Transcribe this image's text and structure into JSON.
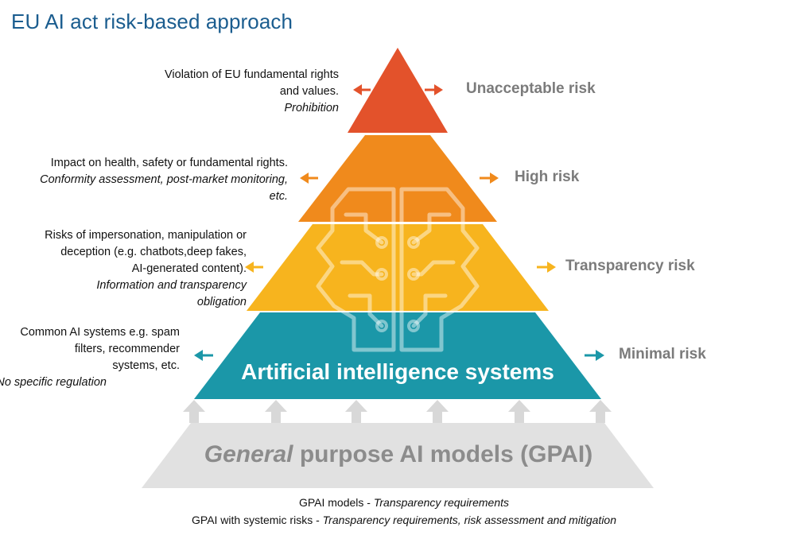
{
  "title": "EU AI act risk-based approach",
  "tiers": [
    {
      "risk": "Unacceptable risk",
      "description": [
        "Violation of EU fundamental rights",
        "and values."
      ],
      "obligation": [
        "Prohibition"
      ],
      "color": "#e3522b"
    },
    {
      "risk": "High risk",
      "description": [
        "Impact on health, safety or fundamental rights."
      ],
      "obligation": [
        "Conformity assessment, post-market monitoring,",
        "etc."
      ],
      "color": "#f08a1c"
    },
    {
      "risk": "Transparency risk",
      "description": [
        "Risks of impersonation, manipulation or",
        "deception (e.g. chatbots,deep fakes,",
        "AI-generated content)."
      ],
      "obligation": [
        "Information and transparency",
        "obligation"
      ],
      "color": "#f7b41e"
    },
    {
      "risk": "Minimal risk",
      "description": [
        "Common AI systems e.g. spam",
        "filters, recommender",
        "systems, etc."
      ],
      "obligation": [
        "No specific regulation"
      ],
      "color": "#1b97a8"
    }
  ],
  "ai_systems_label": "Artificial intelligence systems",
  "gpai": {
    "label_italic": "General",
    "label_rest": " purpose AI models (GPAI)",
    "color": "#e0e0e0"
  },
  "footer": {
    "line1_prefix": "GPAI models - ",
    "line1_obligation": "Transparency requirements",
    "line2_prefix": "GPAI with systemic risks - ",
    "line2_obligation": "Transparency requirements, risk assessment and mitigation"
  },
  "icons": [
    "brain-circuit-icon",
    "arrow-up-icon",
    "double-arrow-icon"
  ]
}
